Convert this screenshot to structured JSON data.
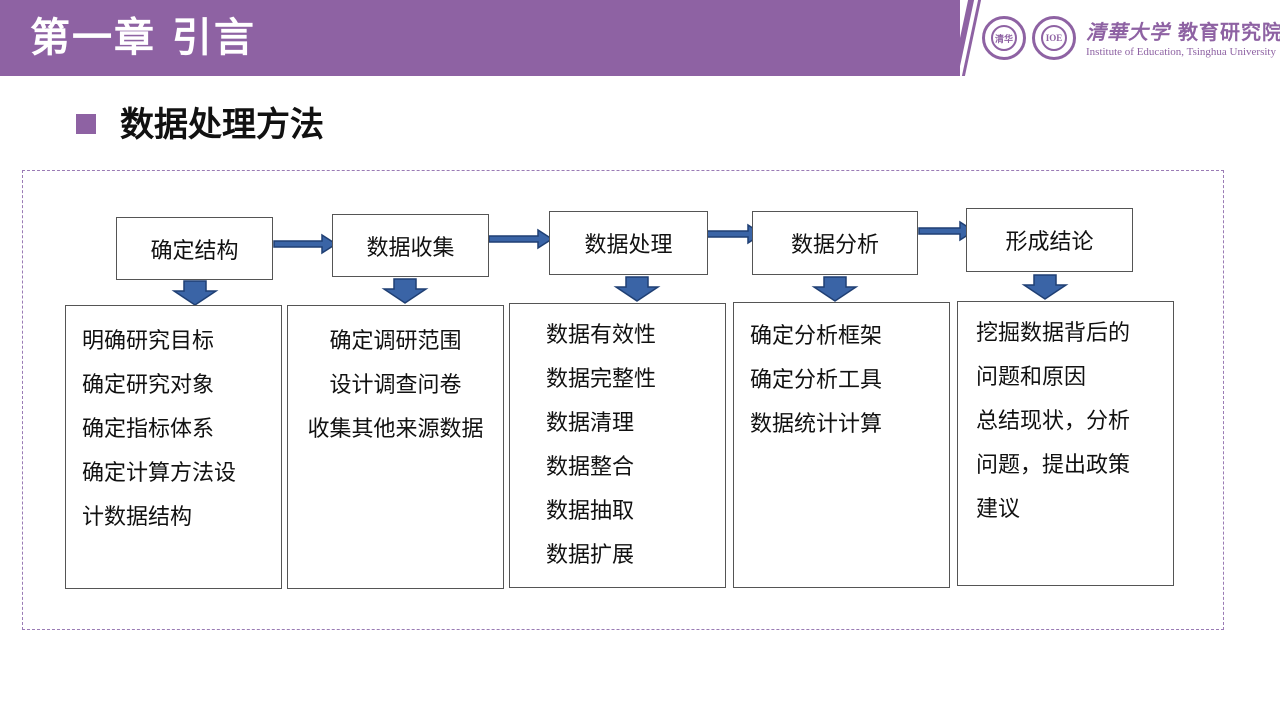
{
  "header": {
    "title": "第一章 引言",
    "logo": {
      "seal1_text": "清华",
      "seal2_text": "IOE",
      "cn_name_calligraphy": "清華大学",
      "cn_name_suffix": "教育研究院",
      "en_name": "Institute of Education, Tsinghua University"
    }
  },
  "section": {
    "title": "数据处理方法"
  },
  "flow": {
    "steps": [
      {
        "label": "确定结构",
        "details": [
          "明确研究目标",
          "确定研究对象",
          "确定指标体系",
          "确定计算方法设",
          "计数据结构"
        ]
      },
      {
        "label": "数据收集",
        "details": [
          "确定调研范围",
          "设计调查问卷",
          "收集其他来源数据"
        ]
      },
      {
        "label": "数据处理",
        "details": [
          "数据有效性",
          "数据完整性",
          "数据清理",
          "数据整合",
          "数据抽取",
          "数据扩展"
        ]
      },
      {
        "label": "数据分析",
        "details": [
          "确定分析框架",
          "确定分析工具",
          "数据统计计算"
        ]
      },
      {
        "label": "形成结论",
        "details": [
          "挖掘数据背后的",
          "问题和原因",
          "总结现状，分析",
          "问题，提出政策",
          "建议"
        ]
      }
    ]
  },
  "colors": {
    "brand_purple": "#8e62a3",
    "arrow_blue": "#3a64a6",
    "arrow_outline": "#1f3f73"
  }
}
